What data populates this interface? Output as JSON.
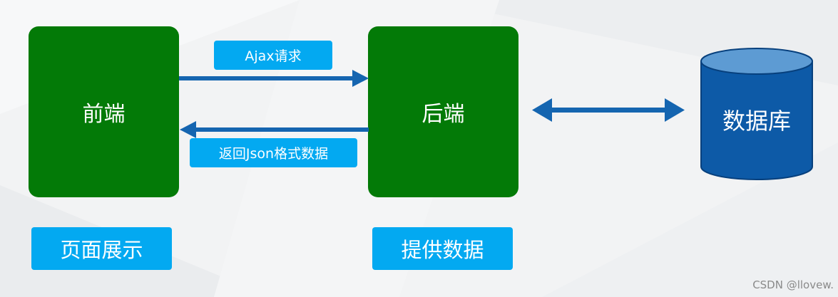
{
  "diagram": {
    "frontend": {
      "label": "前端",
      "caption": "页面展示"
    },
    "backend": {
      "label": "后端",
      "caption": "提供数据"
    },
    "database": {
      "label": "数据库"
    },
    "request": {
      "label": "Ajax请求"
    },
    "response": {
      "label": "返回Json格式数据"
    }
  },
  "watermark": "CSDN @llovew.",
  "colors": {
    "box_green": "#037a07",
    "tag_blue": "#03a9f1",
    "arrow_blue": "#1565b0",
    "db_blue": "#0d5aa7",
    "db_top": "#5d9bd3"
  }
}
